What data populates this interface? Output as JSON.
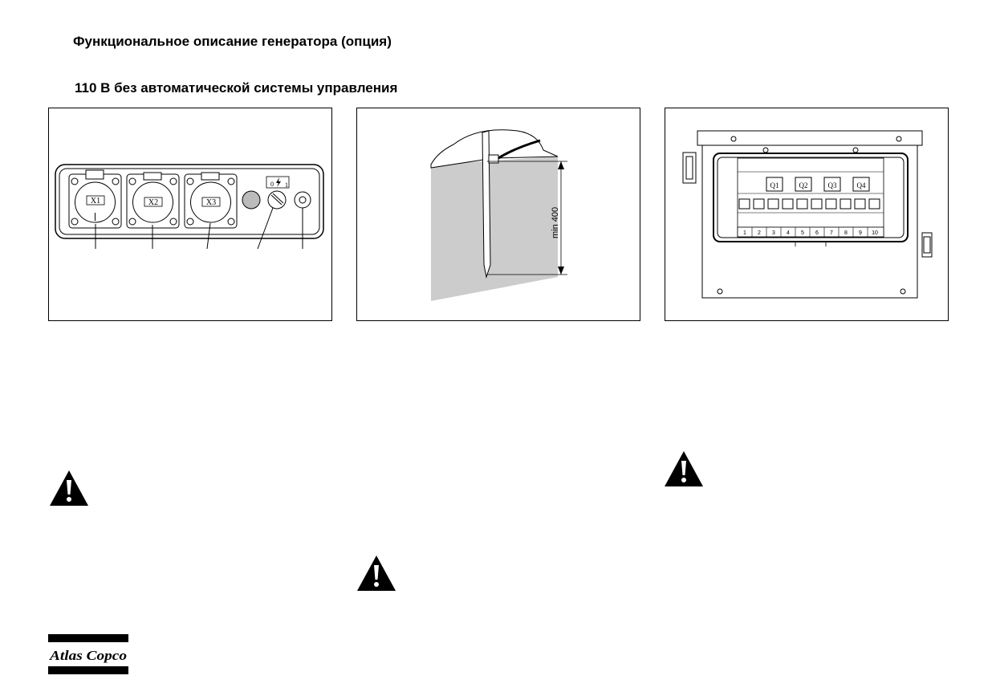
{
  "page": {
    "title": "Функциональное описание генератора (опция)",
    "subtitle": "110 В без автоматической системы управления"
  },
  "fig1": {
    "sockets": [
      "X1",
      "X2",
      "X3"
    ],
    "switch_off": "0",
    "switch_on": "1"
  },
  "fig2": {
    "dimension": "min 400"
  },
  "fig3": {
    "breakers": [
      "Q1",
      "Q2",
      "Q3",
      "Q4"
    ],
    "terminals": [
      "1",
      "2",
      "3",
      "4",
      "5",
      "6",
      "7",
      "8",
      "9",
      "10"
    ]
  },
  "icons": {
    "warning": "warning-triangle-icon",
    "lightning": "lightning-icon"
  },
  "colors": {
    "line": "#000000",
    "ground_fill": "#cccccc",
    "lamp_fill": "#bbbbbb"
  },
  "logo": {
    "text": "Atlas Copco"
  }
}
